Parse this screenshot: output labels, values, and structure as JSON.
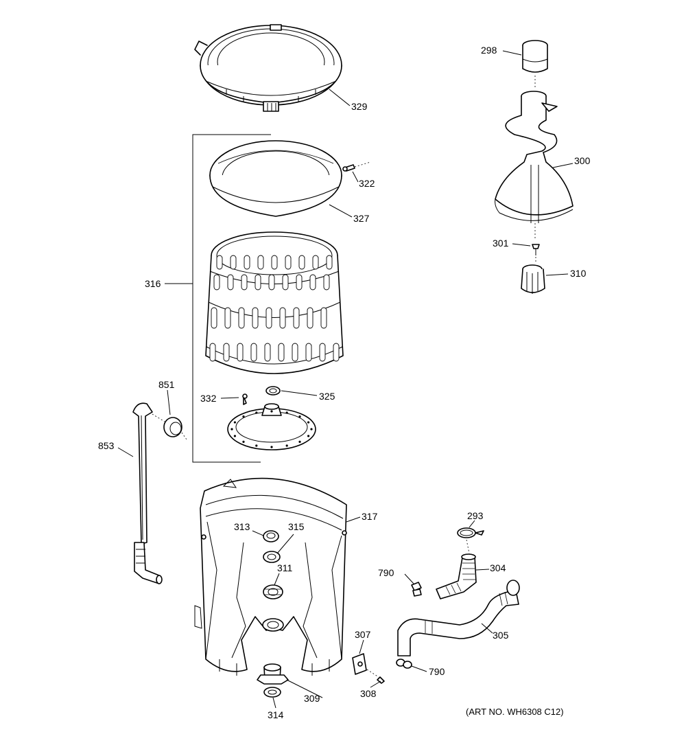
{
  "parts": [
    {
      "id": "298",
      "label": "298"
    },
    {
      "id": "300",
      "label": "300"
    },
    {
      "id": "301",
      "label": "301"
    },
    {
      "id": "310",
      "label": "310"
    },
    {
      "id": "329",
      "label": "329"
    },
    {
      "id": "322",
      "label": "322"
    },
    {
      "id": "327",
      "label": "327"
    },
    {
      "id": "316",
      "label": "316"
    },
    {
      "id": "332",
      "label": "332"
    },
    {
      "id": "325",
      "label": "325"
    },
    {
      "id": "851",
      "label": "851"
    },
    {
      "id": "853",
      "label": "853"
    },
    {
      "id": "317",
      "label": "317"
    },
    {
      "id": "313",
      "label": "313"
    },
    {
      "id": "315",
      "label": "315"
    },
    {
      "id": "311",
      "label": "311"
    },
    {
      "id": "309",
      "label": "309"
    },
    {
      "id": "314",
      "label": "314"
    },
    {
      "id": "293",
      "label": "293"
    },
    {
      "id": "304",
      "label": "304"
    },
    {
      "id": "790a",
      "label": "790"
    },
    {
      "id": "305",
      "label": "305"
    },
    {
      "id": "307",
      "label": "307"
    },
    {
      "id": "308",
      "label": "308"
    },
    {
      "id": "790b",
      "label": "790"
    }
  ],
  "art_number": "(ART NO. WH6308 C12)"
}
